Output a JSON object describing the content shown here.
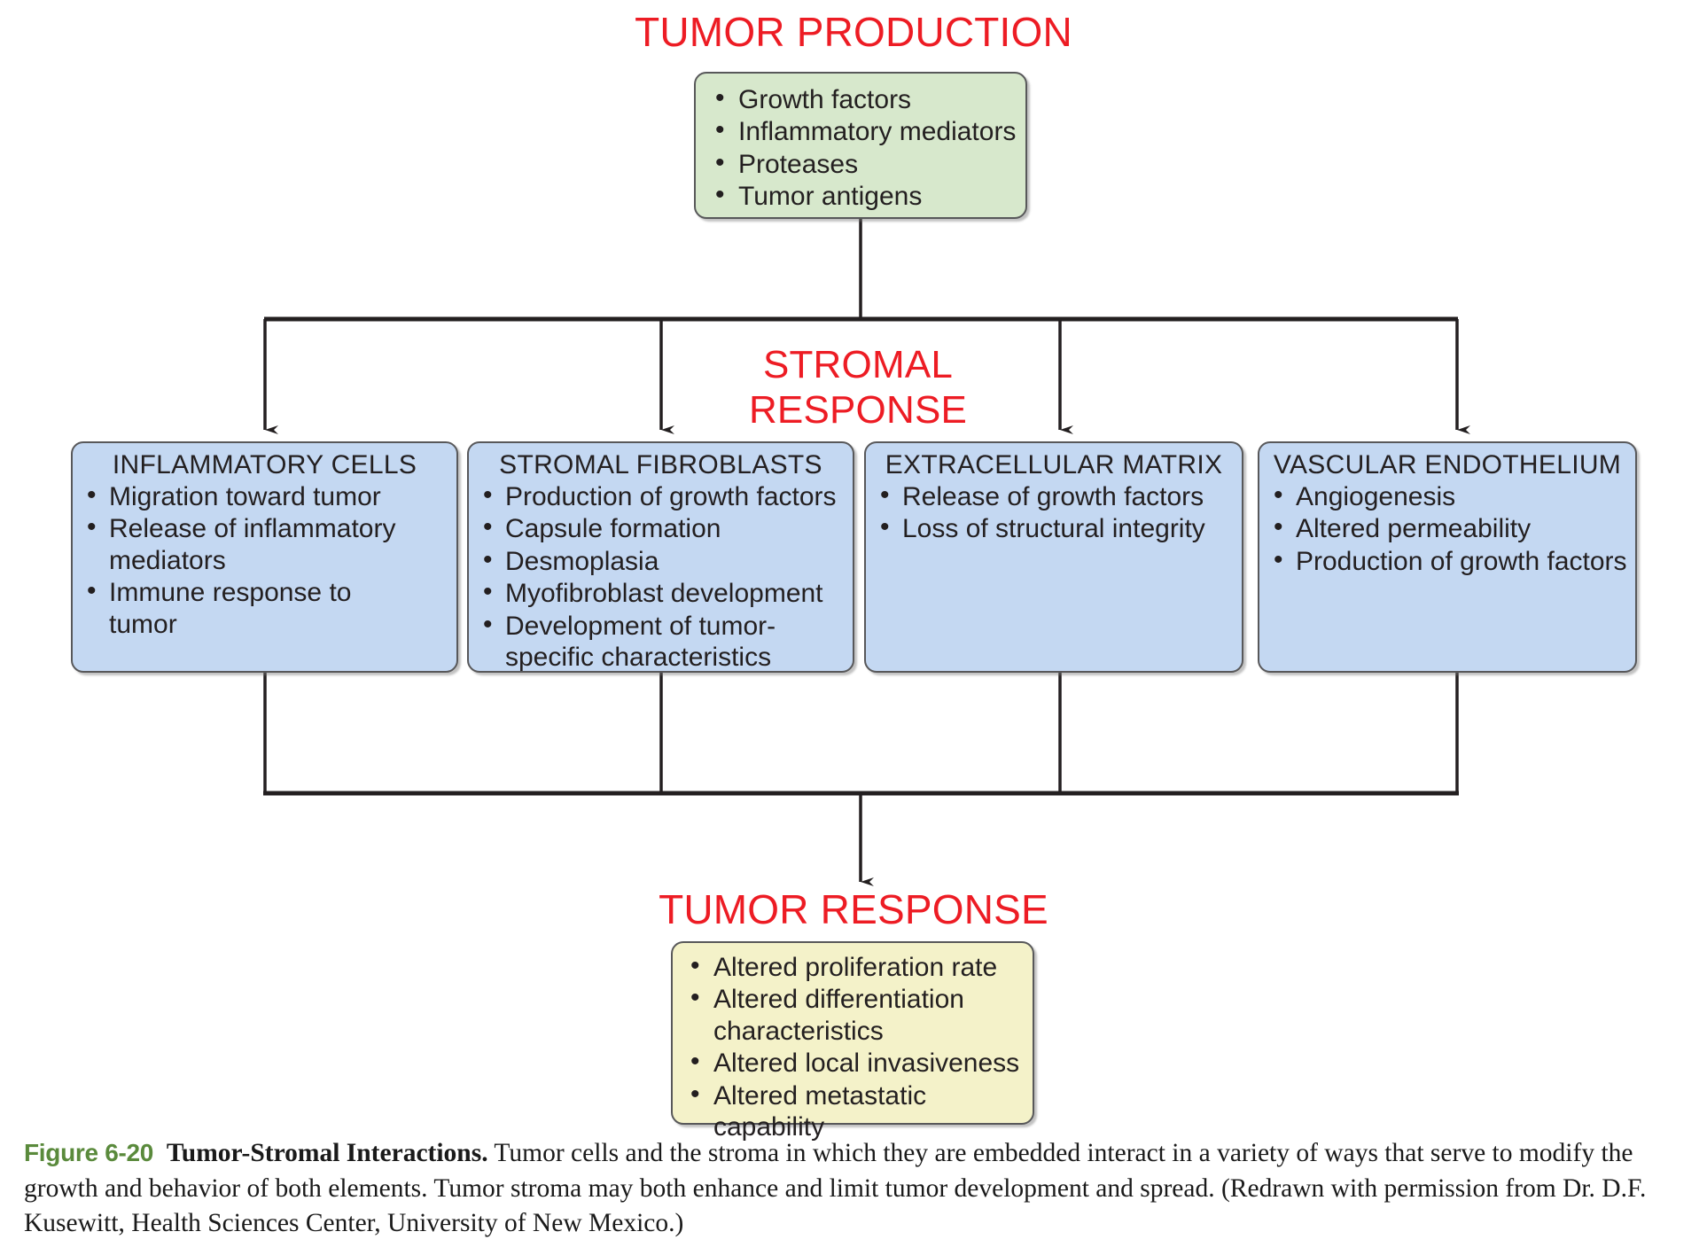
{
  "figure": {
    "headings": {
      "tumor_production": "TUMOR PRODUCTION",
      "stromal_response": "STROMAL\nRESPONSE",
      "tumor_response": "TUMOR RESPONSE"
    },
    "colors": {
      "heading_red": "#ED1C24",
      "box_green": "#D7E8CC",
      "box_blue": "#C4D8F2",
      "box_yellow": "#F4F2C9",
      "box_border": "#58585A",
      "figure_number_green": "#5A8A3C",
      "text_black": "#231F20"
    },
    "tumor_production_box": {
      "fill": "green",
      "items": [
        "Growth factors",
        "Inflammatory mediators",
        "Proteases",
        "Tumor antigens"
      ]
    },
    "stromal_response_boxes": [
      {
        "title": "INFLAMMATORY CELLS",
        "items": [
          "Migration toward tumor",
          "Release of inflammatory\nmediators",
          "Immune response to\ntumor"
        ]
      },
      {
        "title": "STROMAL FIBROBLASTS",
        "items": [
          "Production of growth factors",
          "Capsule formation",
          "Desmoplasia",
          "Myofibroblast development",
          "Development of tumor-\nspecific characteristics"
        ]
      },
      {
        "title": "EXTRACELLULAR MATRIX",
        "items": [
          "Release of growth factors",
          "Loss of structural integrity"
        ]
      },
      {
        "title": "VASCULAR ENDOTHELIUM",
        "items": [
          "Angiogenesis",
          "Altered permeability",
          "Production of growth factors"
        ]
      }
    ],
    "tumor_response_box": {
      "fill": "yellow",
      "items": [
        "Altered proliferation rate",
        "Altered differentiation\ncharacteristics",
        "Altered local invasiveness",
        "Altered metastatic capability"
      ]
    },
    "caption": {
      "number": "Figure 6-20",
      "title": "Tumor-Stromal  Interactions.",
      "body": " Tumor cells and the stroma in which they are embedded interact in a variety of ways that serve to modify the growth and behavior of both elements. Tumor stroma may both enhance and limit tumor development and spread. (Redrawn with permission from Dr. D.F. Kusewitt, Health Sciences Center, University of New Mexico.)"
    }
  }
}
